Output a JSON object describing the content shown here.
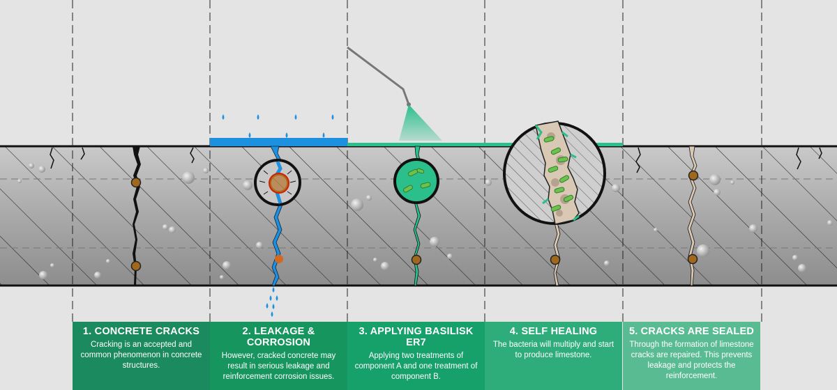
{
  "steps": [
    {
      "title": "1. CONCRETE CRACKS",
      "text": "Cracking is an accepted and common phenomenon in concrete structures.",
      "color": "#1b8a5e"
    },
    {
      "title": "2. LEAKAGE & CORROSION",
      "text": "However, cracked concrete may result in serious leakage and reinforcement corrosion issues.",
      "color": "#17955f"
    },
    {
      "title": "3. APPLYING BASILISK ER7",
      "text": "Applying two treatments of component A and one treatment of component B.",
      "color": "#16a06a"
    },
    {
      "title": "4. SELF HEALING",
      "text": "The bacteria will multiply and start to produce limestone.",
      "color": "#2ead7a"
    },
    {
      "title": "5. CRACKS ARE SEALED",
      "text": "Through the formation of limestone cracks are repaired. This prevents leakage and protects the reinforcement.",
      "color": "#59bb92"
    }
  ],
  "colors": {
    "background": "#e4e4e4",
    "concrete": "#a9a9a9",
    "water": "#1e90e0",
    "treatment": "#2bbf8c",
    "rebar": "#a0681d",
    "bacteria": "#6cc24a",
    "limestone": "#d9c8b4"
  }
}
